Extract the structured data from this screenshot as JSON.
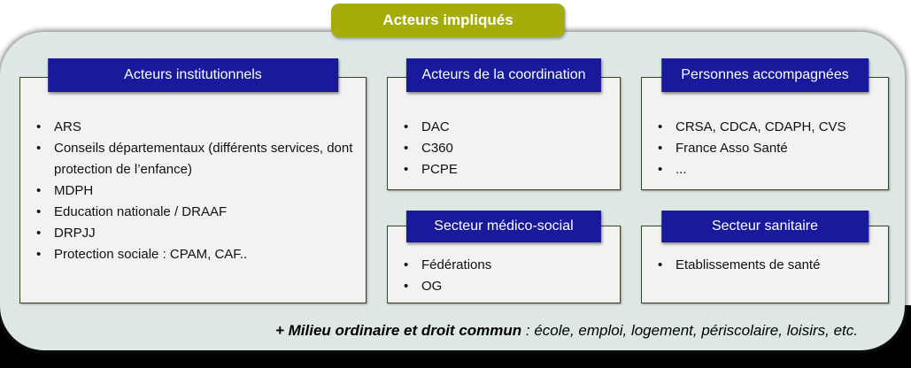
{
  "banner": {
    "label": "Acteurs impliqués"
  },
  "colors": {
    "banner_bg": "#a5ad0b",
    "header_bg": "#19199b",
    "panel_bg": "#dde8e4",
    "box_bg": "#f2f3f0",
    "box_border": "#3f432c",
    "text": "#111111"
  },
  "boxes": [
    {
      "title": "Acteurs institutionnels",
      "items": [
        "ARS",
        "Conseils départementaux (différents services, dont protection de l’enfance)",
        "MDPH",
        "Education nationale / DRAAF",
        "DRPJJ",
        "Protection sociale : CPAM, CAF.."
      ]
    },
    {
      "title": "Acteurs de la coordination",
      "items": [
        "DAC",
        "C360",
        "PCPE"
      ]
    },
    {
      "title": "Personnes accompagnées",
      "items": [
        "CRSA, CDCA, CDAPH, CVS",
        "France Asso Santé",
        "..."
      ]
    },
    {
      "title": "Secteur médico-social",
      "items": [
        "Fédérations",
        "OG"
      ]
    },
    {
      "title": "Secteur sanitaire",
      "items": [
        "Etablissements de santé"
      ]
    }
  ],
  "footnote": {
    "bold": "+ Milieu ordinaire et droit commun",
    "rest": " : école, emploi, logement, périscolaire, loisirs, etc."
  }
}
